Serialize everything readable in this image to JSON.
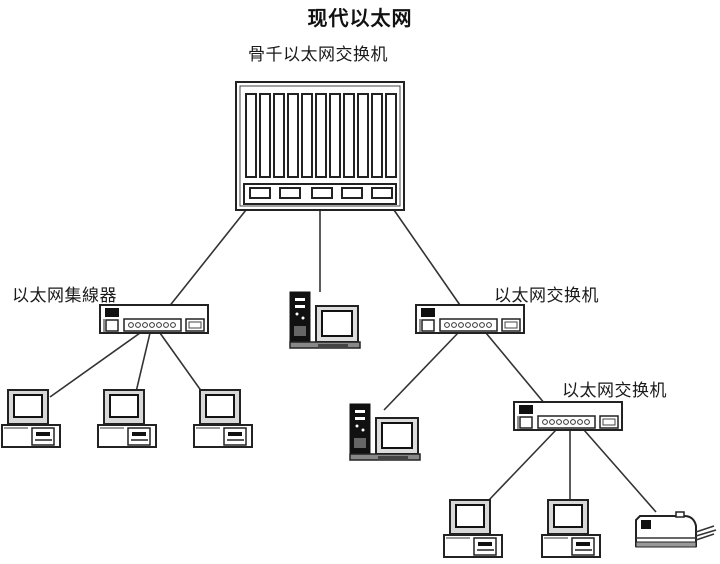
{
  "diagram": {
    "title": "现代以太网",
    "labels": {
      "backbone_switch": "骨千以太网交换机",
      "hub": "以太网集線器",
      "switch_1": "以太网交换机",
      "switch_2": "以太网交换机"
    },
    "nodes": [
      {
        "id": "backbone",
        "type": "chassis-switch",
        "label_key": "backbone_switch"
      },
      {
        "id": "hub",
        "type": "hub",
        "label_key": "hub"
      },
      {
        "id": "server",
        "type": "tower-computer"
      },
      {
        "id": "switch1",
        "type": "switch",
        "label_key": "switch_1"
      },
      {
        "id": "pc1",
        "type": "desktop-computer"
      },
      {
        "id": "pc2",
        "type": "desktop-computer"
      },
      {
        "id": "pc3",
        "type": "desktop-computer"
      },
      {
        "id": "tower2",
        "type": "tower-computer"
      },
      {
        "id": "switch2",
        "type": "switch",
        "label_key": "switch_2"
      },
      {
        "id": "pc4",
        "type": "desktop-computer"
      },
      {
        "id": "pc5",
        "type": "desktop-computer"
      },
      {
        "id": "printer",
        "type": "printer"
      }
    ],
    "links": [
      [
        "backbone",
        "hub"
      ],
      [
        "backbone",
        "server"
      ],
      [
        "backbone",
        "switch1"
      ],
      [
        "hub",
        "pc1"
      ],
      [
        "hub",
        "pc2"
      ],
      [
        "hub",
        "pc3"
      ],
      [
        "switch1",
        "tower2"
      ],
      [
        "switch1",
        "switch2"
      ],
      [
        "switch2",
        "pc4"
      ],
      [
        "switch2",
        "pc5"
      ],
      [
        "switch2",
        "printer"
      ]
    ]
  }
}
